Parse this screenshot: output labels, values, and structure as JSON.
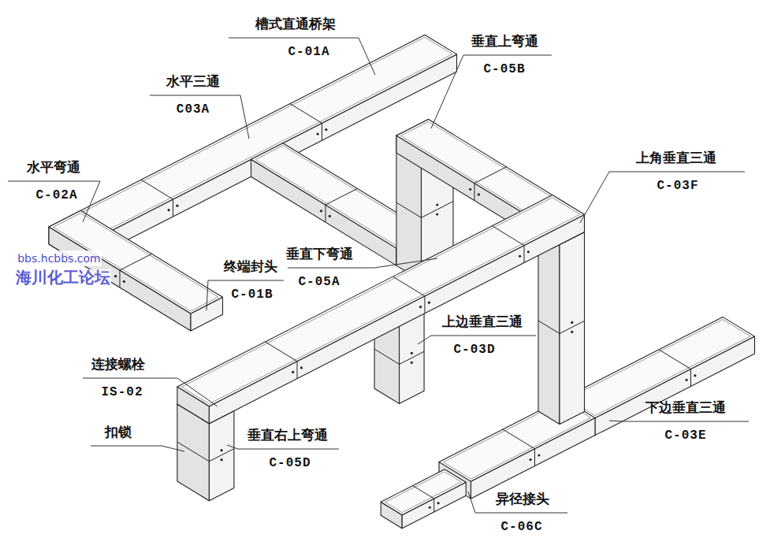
{
  "diagram": {
    "labels": [
      "槽式直通桥架",
      "C-01A",
      "水平三通",
      "C03A",
      "水平弯通",
      "C-02A",
      "垂直下弯通",
      "C-05A",
      "终端封头",
      "C-01B",
      "垂直上弯通",
      "C-05B",
      "上角垂直三通",
      "C-03F",
      "上边垂直三通",
      "C-03D",
      "连接螺栓",
      "IS-02",
      "扣锁",
      "垂直右上弯通",
      "C-05D",
      "下边垂直三通",
      "C-03E",
      "异径接头",
      "C-06C",
      "bbs.hcbbs.com",
      "海川化工论坛"
    ]
  }
}
